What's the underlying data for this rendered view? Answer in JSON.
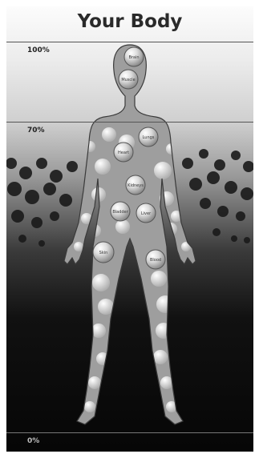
{
  "title": "Your Body",
  "levels": [
    {
      "label": "100%",
      "value": 100
    },
    {
      "label": "70%",
      "value": 70
    },
    {
      "label": "0%",
      "value": 0
    }
  ],
  "colors": {
    "background_top": "#fcfcfc",
    "background_bottom": "#060606",
    "line": "#555555"
  },
  "organs": [
    {
      "name": "brain",
      "label": "Brain"
    },
    {
      "name": "muscle",
      "label": "Muscle"
    },
    {
      "name": "lungs",
      "label": "Lungs"
    },
    {
      "name": "heart",
      "label": "Heart"
    },
    {
      "name": "kidneys",
      "label": "Kidneys"
    },
    {
      "name": "bladder",
      "label": "Bladder"
    },
    {
      "name": "liver",
      "label": "Liver"
    },
    {
      "name": "skin",
      "label": "Skin"
    },
    {
      "name": "blood",
      "label": "Blood"
    }
  ]
}
